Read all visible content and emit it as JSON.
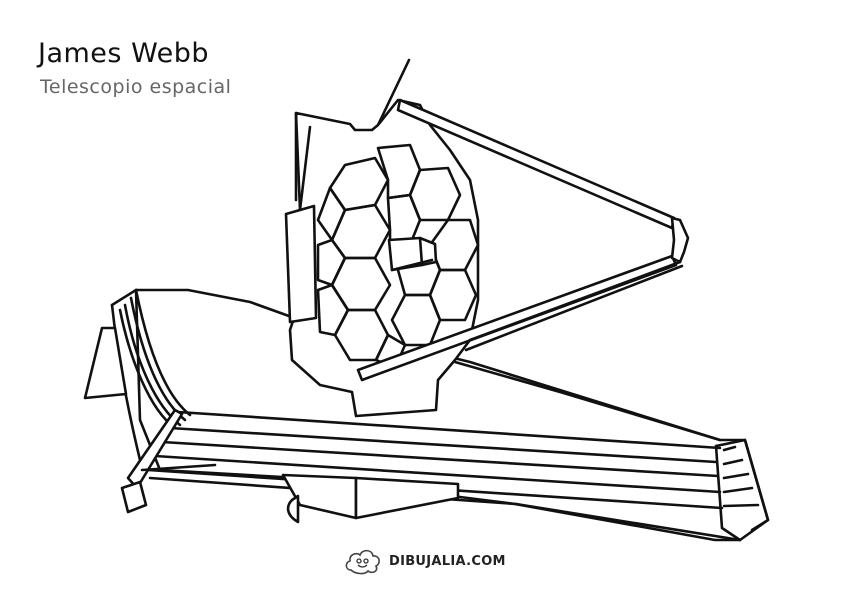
{
  "header": {
    "title": "James Webb",
    "subtitle": "Telescopio espacial"
  },
  "illustration": {
    "subject": "James Webb Space Telescope",
    "style": "coloring-page line art",
    "stroke_color": "#111111",
    "background_color": "#ffffff"
  },
  "footer": {
    "logo_icon": "smiling-cloud-icon",
    "logo_text": "DIBUJALIA.COM"
  }
}
